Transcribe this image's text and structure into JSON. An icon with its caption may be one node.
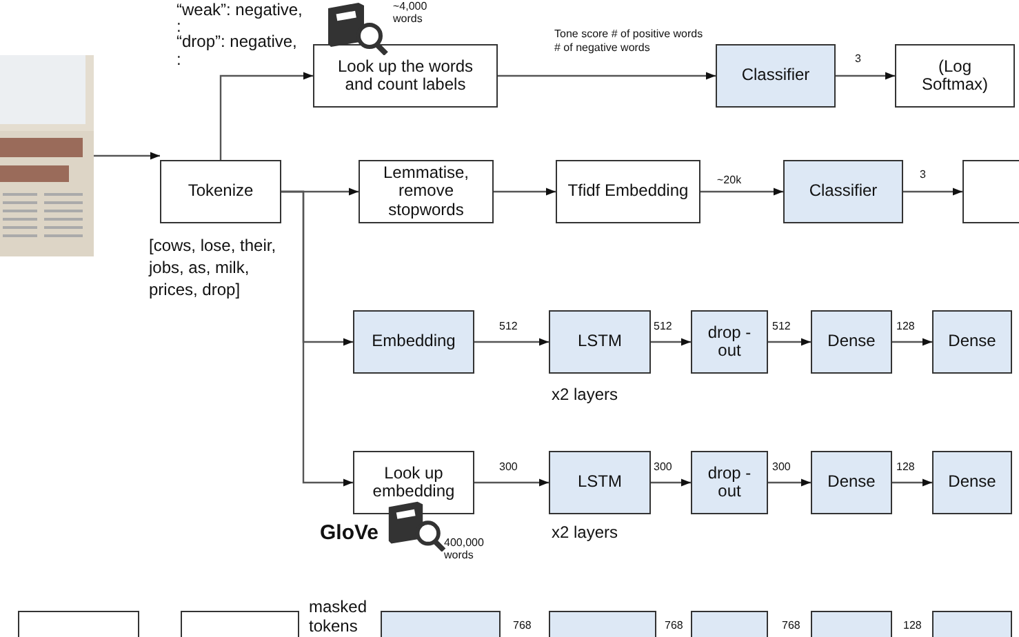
{
  "diagram": {
    "nodes": [
      {
        "text": [],
        "shape": "picture"
      },
      {
        "text": [
          "Tokenize"
        ],
        "beside": [
          "[cows, lose, their, jobs, as, milk, prices, drop]"
        ]
      },
      {
        "text": [
          "Look up the words and count labels"
        ]
      },
      {
        "text": [
          "Classifier"
        ]
      },
      {
        "text": [
          "(Log Softmax)"
        ]
      },
      {
        "text": [
          "Lemmatise, remove stopwords"
        ]
      },
      {
        "text": [
          "Tfidf Embedding"
        ]
      },
      {
        "text": [
          "Classifier"
        ]
      },
      {
        "text": [],
        "shape": "box"
      },
      {
        "text": [
          "Embedding"
        ]
      },
      {
        "text": [
          "LSTM"
        ],
        "beside": [
          "x2 layers"
        ]
      },
      {
        "text": [
          "drop -out"
        ]
      },
      {
        "text": [
          "Dense"
        ]
      },
      {
        "text": [
          "Dense"
        ]
      },
      {
        "text": [
          "Look up embedding"
        ]
      },
      {
        "text": [
          "LSTM"
        ],
        "beside": [
          "x2 layers"
        ]
      },
      {
        "text": [
          "drop -out"
        ]
      },
      {
        "text": [
          "Dense"
        ]
      },
      {
        "text": [
          "Dense"
        ]
      },
      {
        "text": [],
        "shape": "box"
      },
      {
        "text": [],
        "shape": "box"
      },
      {
        "text": [],
        "shape": "box"
      },
      {
        "text": [],
        "shape": "box"
      },
      {
        "text": [],
        "shape": "box"
      },
      {
        "text": [],
        "shape": "box"
      },
      {
        "text": [],
        "shape": "box"
      }
    ],
    "edges": [
      {
        "from": 0,
        "to": 1,
        "arrow": "to"
      },
      {
        "from": 1,
        "to": 2,
        "arrow": "to"
      },
      {
        "from": 1,
        "to": 5,
        "arrow": "to"
      },
      {
        "from": 1,
        "to": 9,
        "arrow": "to"
      },
      {
        "from": 1,
        "to": 14,
        "arrow": "to"
      },
      {
        "from": 2,
        "to": 3,
        "arrow": "to",
        "label": "Tone score # of positive words # of negative words"
      },
      {
        "from": 3,
        "to": 4,
        "arrow": "to",
        "label": "3"
      },
      {
        "from": 5,
        "to": 6,
        "arrow": "to"
      },
      {
        "from": 6,
        "to": 7,
        "arrow": "to",
        "label": "~20k"
      },
      {
        "from": 7,
        "to": 8,
        "arrow": "to",
        "label": "3"
      },
      {
        "from": 9,
        "to": 10,
        "arrow": "to",
        "label": "512"
      },
      {
        "from": 10,
        "to": 11,
        "arrow": "to",
        "label": "512"
      },
      {
        "from": 11,
        "to": 12,
        "arrow": "to",
        "label": "512"
      },
      {
        "from": 12,
        "to": 13,
        "arrow": "to",
        "label": "128"
      },
      {
        "from": 14,
        "to": 15,
        "arrow": "to",
        "label": "300"
      },
      {
        "from": 15,
        "to": 16,
        "arrow": "to",
        "label": "300"
      },
      {
        "from": 16,
        "to": 17,
        "arrow": "to",
        "label": "300"
      },
      {
        "from": 17,
        "to": 18,
        "arrow": "to",
        "label": "128"
      }
    ],
    "labels": [
      "“weak”: negative,",
      ":",
      "“drop”: negative,",
      ":",
      "~4,000 words",
      "GloVe",
      "400,000 words",
      "masked tokens",
      "768",
      "768",
      "768",
      "128"
    ]
  }
}
